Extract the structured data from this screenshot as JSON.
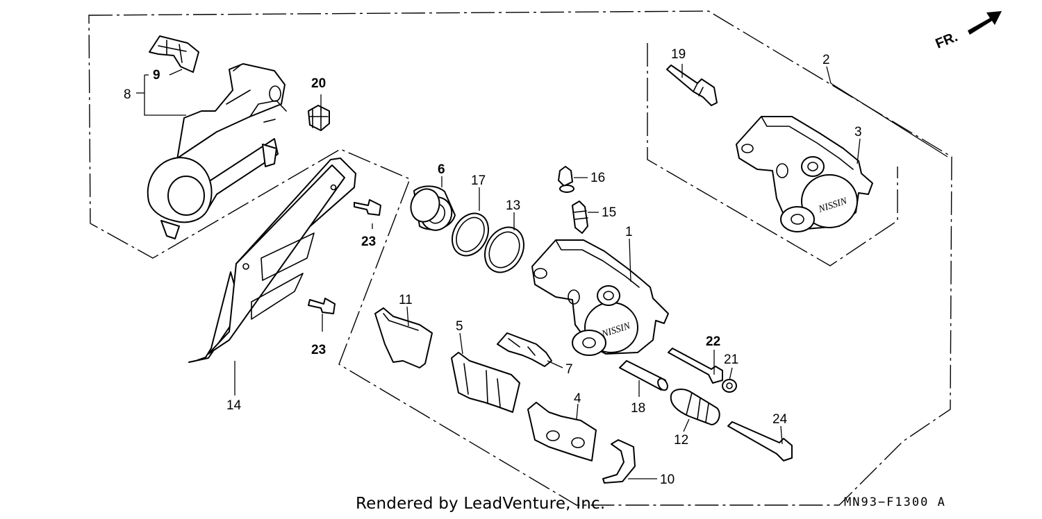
{
  "diagram": {
    "callouts": {
      "c1": "1",
      "c2": "2",
      "c3": "3",
      "c4": "4",
      "c5": "5",
      "c6": "6",
      "c7": "7",
      "c8": "8",
      "c9": "9",
      "c10": "10",
      "c11": "11",
      "c12": "12",
      "c13": "13",
      "c14": "14",
      "c15": "15",
      "c16": "16",
      "c17": "17",
      "c18": "18",
      "c19": "19",
      "c20": "20",
      "c21": "21",
      "c22": "22",
      "c23a": "23",
      "c23b": "23",
      "c24": "24"
    },
    "caliper_brand": "NISSIN",
    "direction_label": "FR.",
    "credit": "Rendered by LeadVenture, Inc.",
    "drawing_code": "MN93−F1300 A"
  }
}
